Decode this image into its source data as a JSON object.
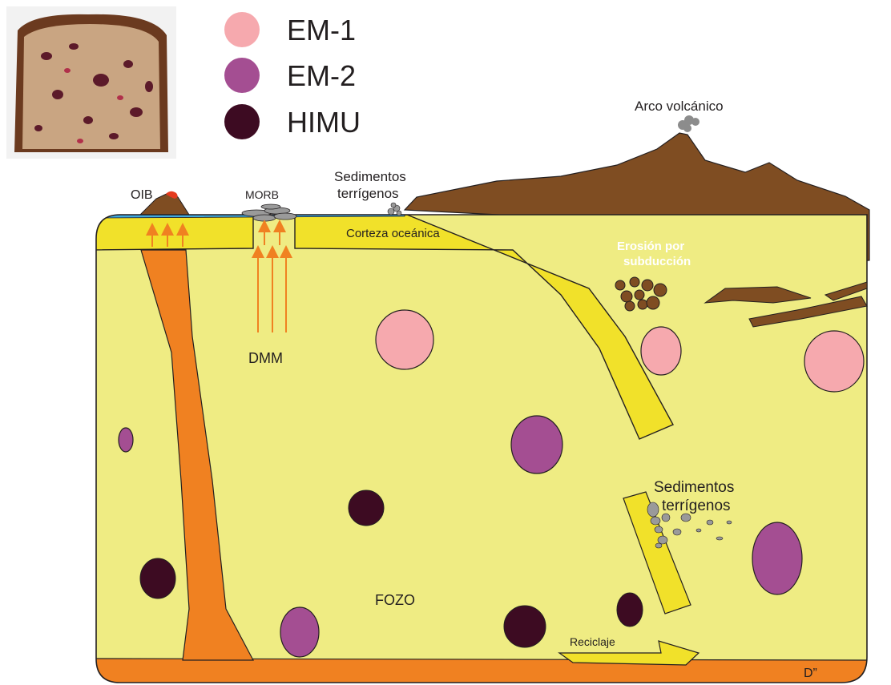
{
  "legend": {
    "items": [
      {
        "label": "EM-1",
        "color": "#f6a9ae"
      },
      {
        "label": "EM-2",
        "color": "#a44e92"
      },
      {
        "label": "HIMU",
        "color": "#3d0b22"
      }
    ]
  },
  "photo": {
    "subject": "fruit-bread-slice-photo"
  },
  "labels": {
    "arc": "Arco volcánico",
    "oib": "OIB",
    "morb": "MORB",
    "sed_top_1": "Sedimentos",
    "sed_top_2": "terrígenos",
    "crust": "Corteza oceánica",
    "erosion_1": "Erosión por",
    "erosion_2": "subducción",
    "dmm": "DMM",
    "sed_deep_1": "Sedimentos",
    "sed_deep_2": "terrígenos",
    "fozo": "FOZO",
    "recycling": "Reciclaje",
    "dpp": "D”"
  },
  "colors": {
    "mantle": "#efec83",
    "crust": "#f1e12a",
    "plume": "#f08121",
    "continent": "#7f4d22",
    "ocean": "#3fa8df",
    "outline": "#231f20",
    "sediment": "#9a9a9a",
    "arrow": "#f08121",
    "em1": "#f6a9ae",
    "em2": "#a44e92",
    "himu": "#3d0b22"
  }
}
